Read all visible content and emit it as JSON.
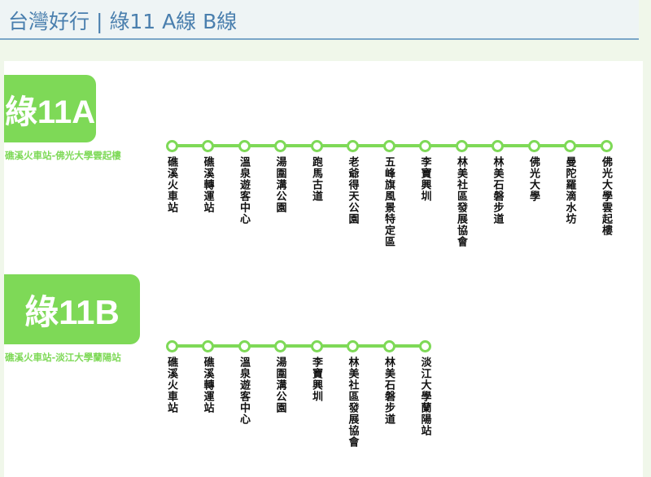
{
  "header": {
    "title": "台灣好行 | 綠11 A線 B線"
  },
  "routes": [
    {
      "name": "綠11A",
      "subtitle": "礁溪火車站-佛光大學雲起樓",
      "color": "#7ed957",
      "stations": [
        "礁溪火車站",
        "礁溪轉運站",
        "溫泉遊客中心",
        "湯圍溝公園",
        "跑馬古道",
        "老爺得天公園",
        "五峰旗風景特定區",
        "李寶興圳",
        "林美社區發展協會",
        "林美石磐步道",
        "佛光大學",
        "曼陀羅滴水坊",
        "佛光大學雲起樓"
      ]
    },
    {
      "name": "綠11B",
      "subtitle": "礁溪火車站-淡江大學蘭陽站",
      "color": "#7ed957",
      "stations": [
        "礁溪火車站",
        "礁溪轉運站",
        "溫泉遊客中心",
        "湯圍溝公園",
        "李寶興圳",
        "林美社區發展協會",
        "林美石磐步道",
        "淡江大學蘭陽站"
      ]
    }
  ]
}
